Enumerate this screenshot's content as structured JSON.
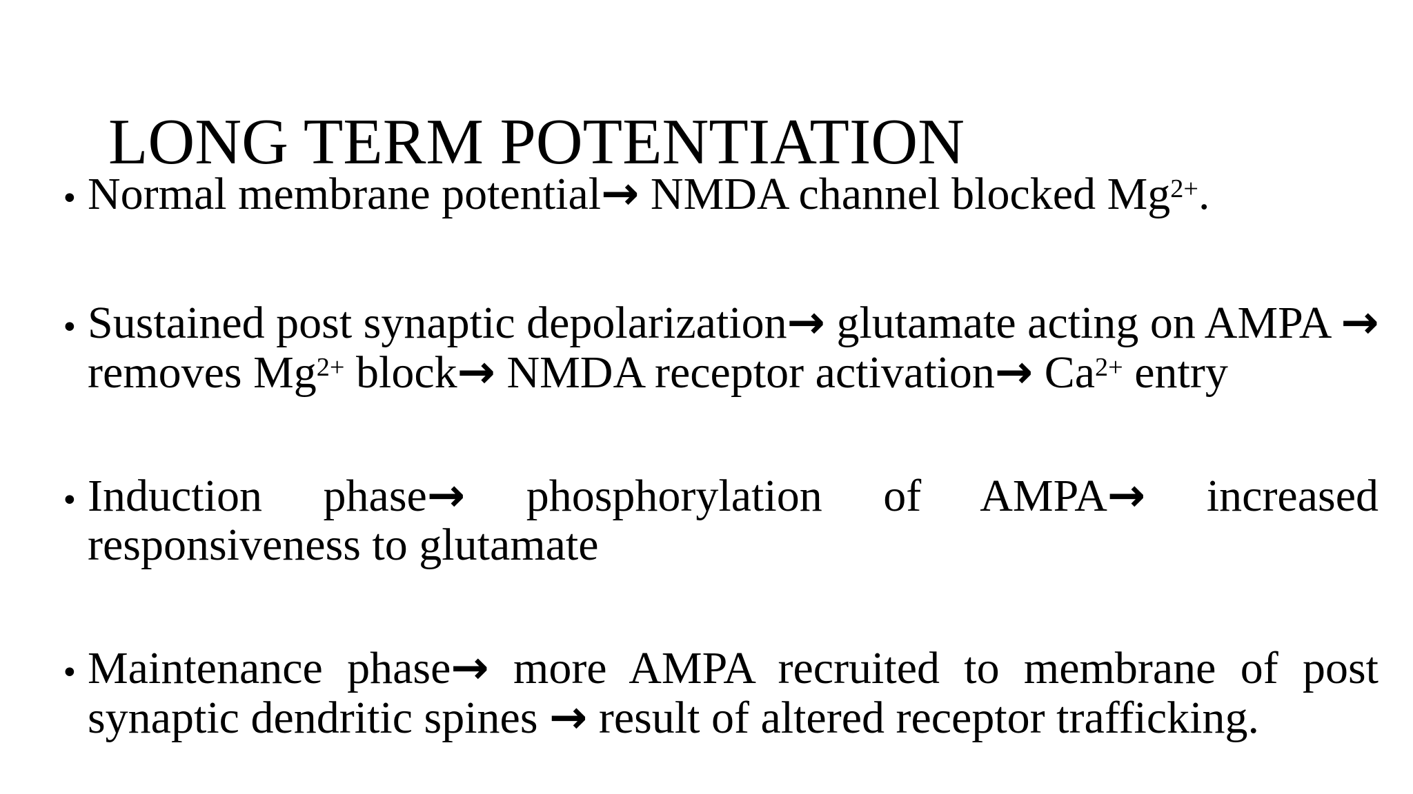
{
  "slide": {
    "background": "#ffffff",
    "text_color": "#000000",
    "title": "LONG TERM POTENTIATION",
    "bullet_char": "•",
    "arrow_char": "→",
    "bullets": [
      {
        "lines": [
          "Normal membrane potential→ NMDA channel blocked Mg^{2+}."
        ]
      },
      {
        "lines": [
          "Sustained post synaptic depolarization→ glutamate acting on AMPA →",
          "removes Mg^{2+} block→ NMDA receptor activation→ Ca^{2+} entry"
        ]
      },
      {
        "lines": [
          "Induction phase→ phosphorylation of AMPA→ increased",
          "responsiveness to glutamate"
        ]
      },
      {
        "lines": [
          "Maintenance phase→ more AMPA recruited to membrane of post",
          "synaptic dendritic spines → result of altered receptor trafficking."
        ]
      }
    ]
  }
}
